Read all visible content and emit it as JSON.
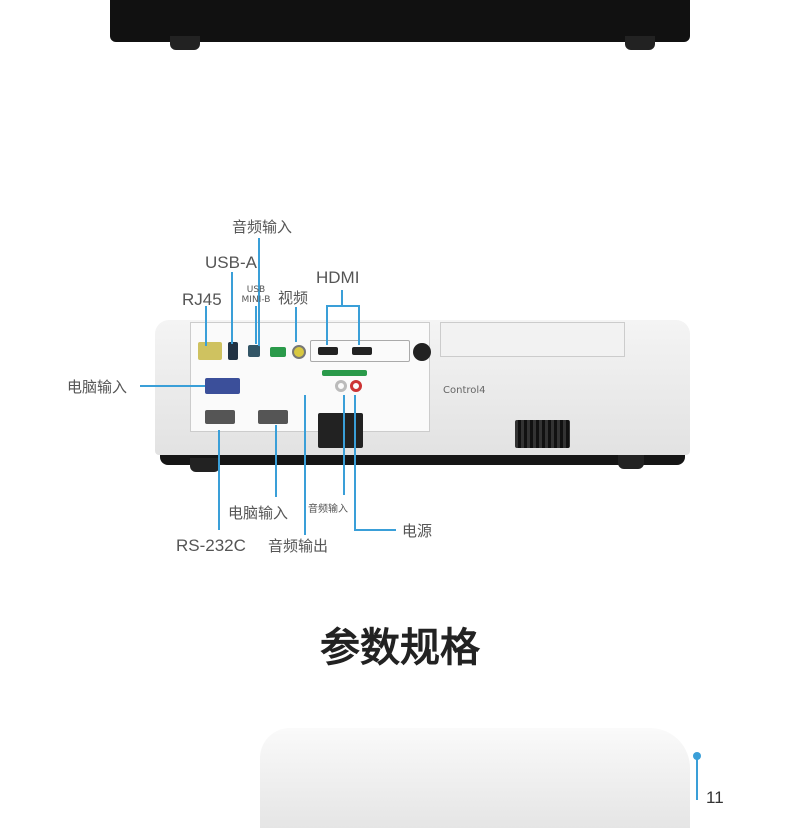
{
  "connector_labels": {
    "audio_in_top": "音频输入",
    "usb_a": "USB-A",
    "usb_mini_b": "USB MINI-B",
    "video": "视频",
    "hdmi": "HDMI",
    "rj45": "RJ45",
    "computer_in_left": "电脑输入",
    "computer_in_bottom": "电脑输入",
    "audio_in_bottom": "音频输入",
    "power": "电源",
    "rs232c": "RS-232C",
    "audio_out": "音频输出"
  },
  "panel_branding": {
    "control4": "Control4"
  },
  "section_title": "参数规格",
  "dimension_label_partial": "11",
  "colors": {
    "callout_line": "#3a9fd8",
    "projector_body": "#eeeeee",
    "projector_base": "#151515"
  }
}
